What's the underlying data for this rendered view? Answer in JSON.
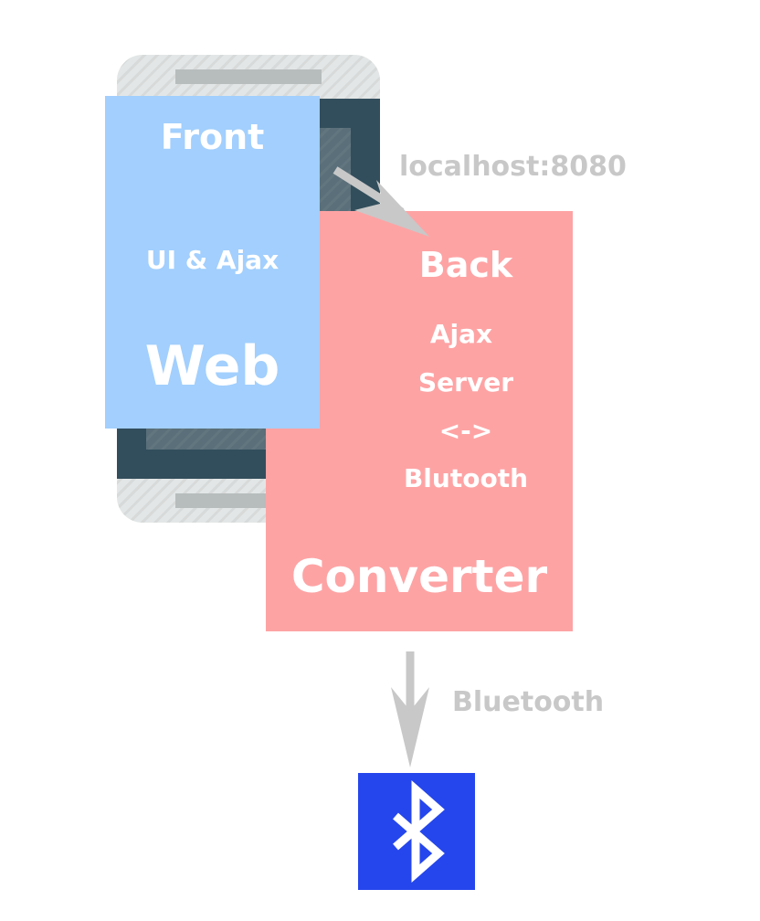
{
  "front": {
    "title": "Front",
    "subtitle": "UI & Ajax",
    "name": "Web"
  },
  "back": {
    "title": "Back",
    "lines": [
      "Ajax",
      "Server",
      "<->",
      "Blutooth"
    ],
    "name": "Converter"
  },
  "edges": {
    "front_to_back": "localhost:8080",
    "back_to_device": "Bluetooth"
  },
  "icons": {
    "device": "bluetooth-icon",
    "phone": "smartphone-icon"
  },
  "colors": {
    "front_box": "#a2cffd",
    "back_box": "#fea3a4",
    "bluetooth_box": "#2546ec",
    "phone_frame": "#e3e6e6",
    "phone_screen": "#324e5c",
    "arrow": "#c8c8c8",
    "text": "#ffffff"
  }
}
